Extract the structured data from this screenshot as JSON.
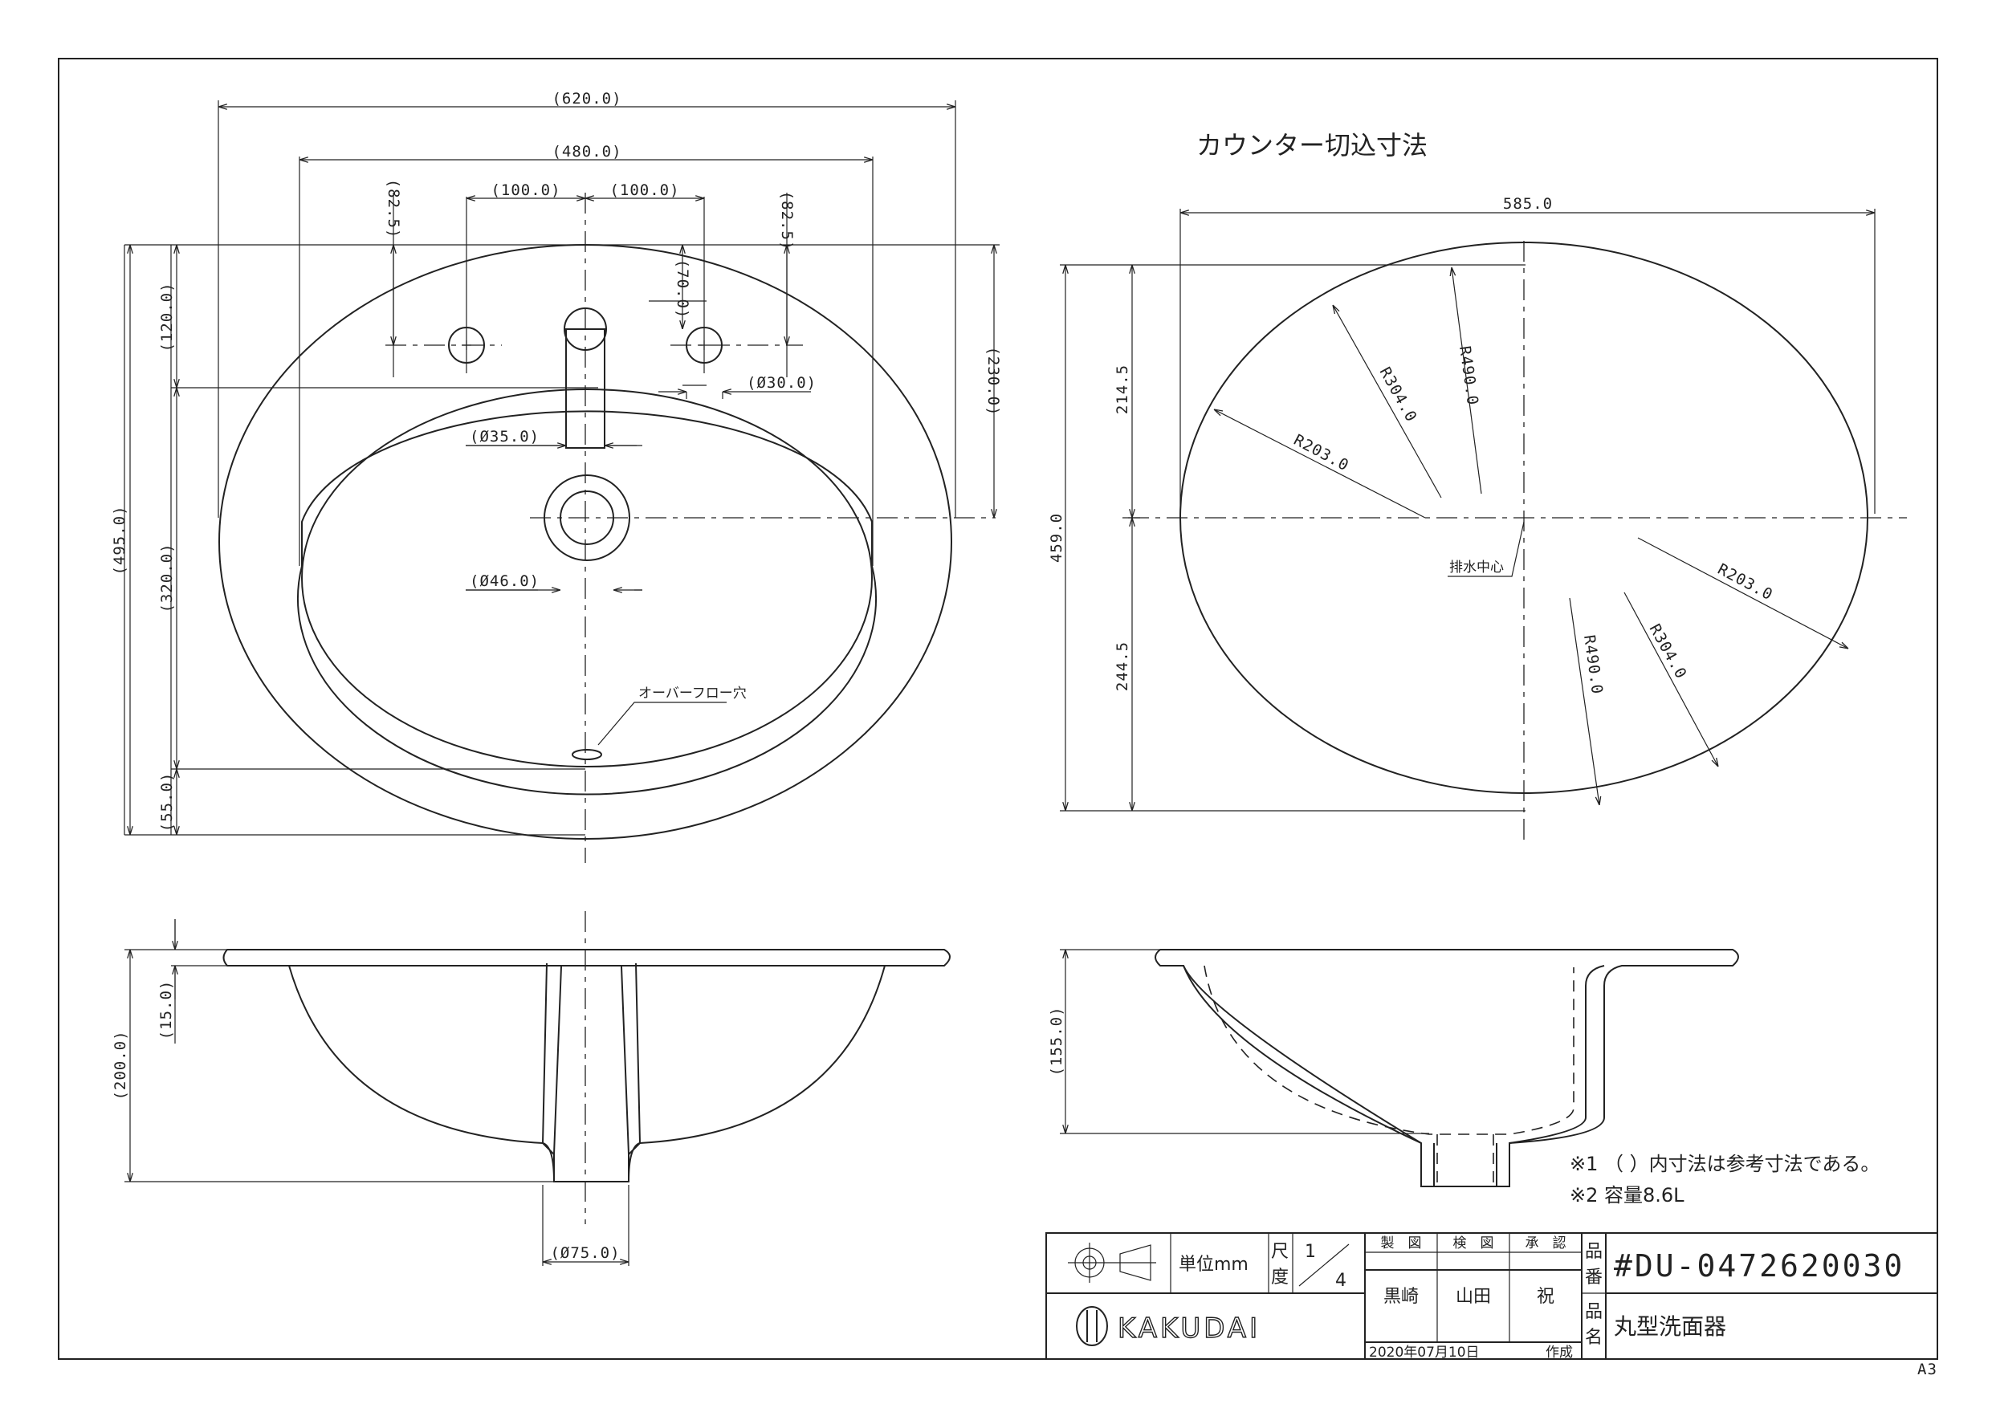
{
  "plan_view": {
    "dims": {
      "width_outer": "(620.0)",
      "width_inner": "(480.0)",
      "hole_pitch_left": "(100.0)",
      "hole_pitch_right": "(100.0)",
      "hole_offset_left": "(82.5)",
      "hole_offset_right": "(82.5)",
      "faucet_depth": "(70.0)",
      "hole_to_bowl": "(120.0)",
      "depth_total": "(495.0)",
      "bowl_depth": "(320.0)",
      "front_rim": "(55.0)",
      "hole_to_drain": "(230.0)",
      "faucet_hole_dia": "(Ø35.0)",
      "side_hole_dia": "(Ø30.0)",
      "drain_dia": "(Ø46.0)"
    },
    "overflow_label": "オーバーフロー穴"
  },
  "cutout_view": {
    "title": "カウンター切込寸法",
    "width": "585.0",
    "height": "459.0",
    "upper": "214.5",
    "lower": "244.5",
    "r_upper_1": "R490.0",
    "r_upper_2": "R304.0",
    "r_upper_3": "R203.0",
    "r_lower_1": "R203.0",
    "r_lower_2": "R304.0",
    "r_lower_3": "R490.0",
    "drain_center": "排水中心"
  },
  "front_view": {
    "flange": "(15.0)",
    "height": "(200.0)",
    "outlet_dia": "(Ø75.0)"
  },
  "side_view": {
    "height": "(155.0)"
  },
  "notes": {
    "note1": "※1 （ ）内寸法は参考寸法である。",
    "note2": "※2 容量8.6L"
  },
  "title_block": {
    "unit_label": "単位mm",
    "scale_label_1": "尺",
    "scale_label_2": "度",
    "scale_num": "1",
    "scale_den": "4",
    "drawn_label": "製　図",
    "checked_label": "検　図",
    "approved_label": "承　認",
    "drawn_by": "黒崎",
    "checked_by": "山田",
    "approved_by": "祝",
    "part_no_label_1": "品",
    "part_no_label_2": "番",
    "part_no": "#DU-0472620030",
    "name_label_1": "品",
    "name_label_2": "名",
    "part_name": "丸型洗面器",
    "date": "2020年07月10日",
    "date_suffix": "作成",
    "brand": "KAKUDAI"
  },
  "sheet_size": "A3"
}
